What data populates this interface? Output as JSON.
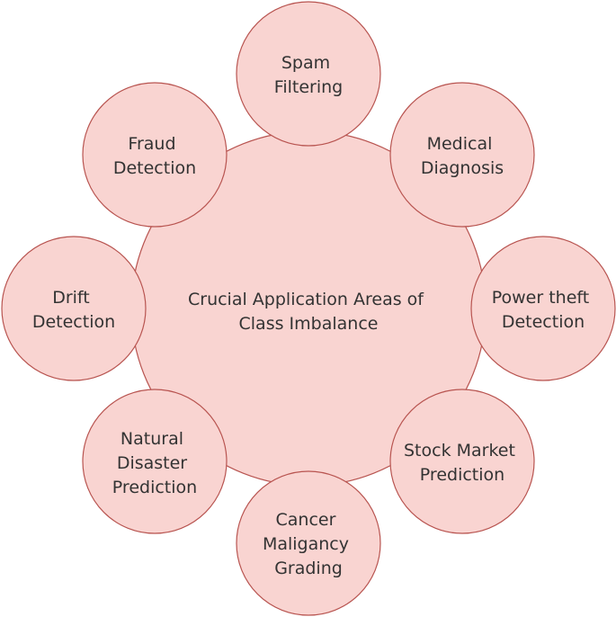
{
  "center": {
    "lines": [
      "Crucial Application Areas of",
      "Class Imbalance"
    ]
  },
  "nodes": [
    {
      "id": "spam-filtering",
      "lines": [
        "Spam",
        "Filtering"
      ]
    },
    {
      "id": "medical-diagnosis",
      "lines": [
        "Medical",
        "Diagnosis"
      ]
    },
    {
      "id": "power-theft-detection",
      "lines": [
        "Power theft",
        "Detection"
      ]
    },
    {
      "id": "stock-market-prediction",
      "lines": [
        "Stock Market",
        "Prediction"
      ]
    },
    {
      "id": "cancer-maligancy-grading",
      "lines": [
        "Cancer",
        "Maligancy",
        "Grading"
      ]
    },
    {
      "id": "natural-disaster-prediction",
      "lines": [
        "Natural",
        "Disaster",
        "Prediction"
      ]
    },
    {
      "id": "drift-detection",
      "lines": [
        "Drift",
        "Detection"
      ]
    },
    {
      "id": "fraud-detection",
      "lines": [
        "Fraud",
        "Detection"
      ]
    }
  ],
  "colors": {
    "fill": "#f9d4d1",
    "stroke": "#b85450",
    "text": "#333333"
  }
}
